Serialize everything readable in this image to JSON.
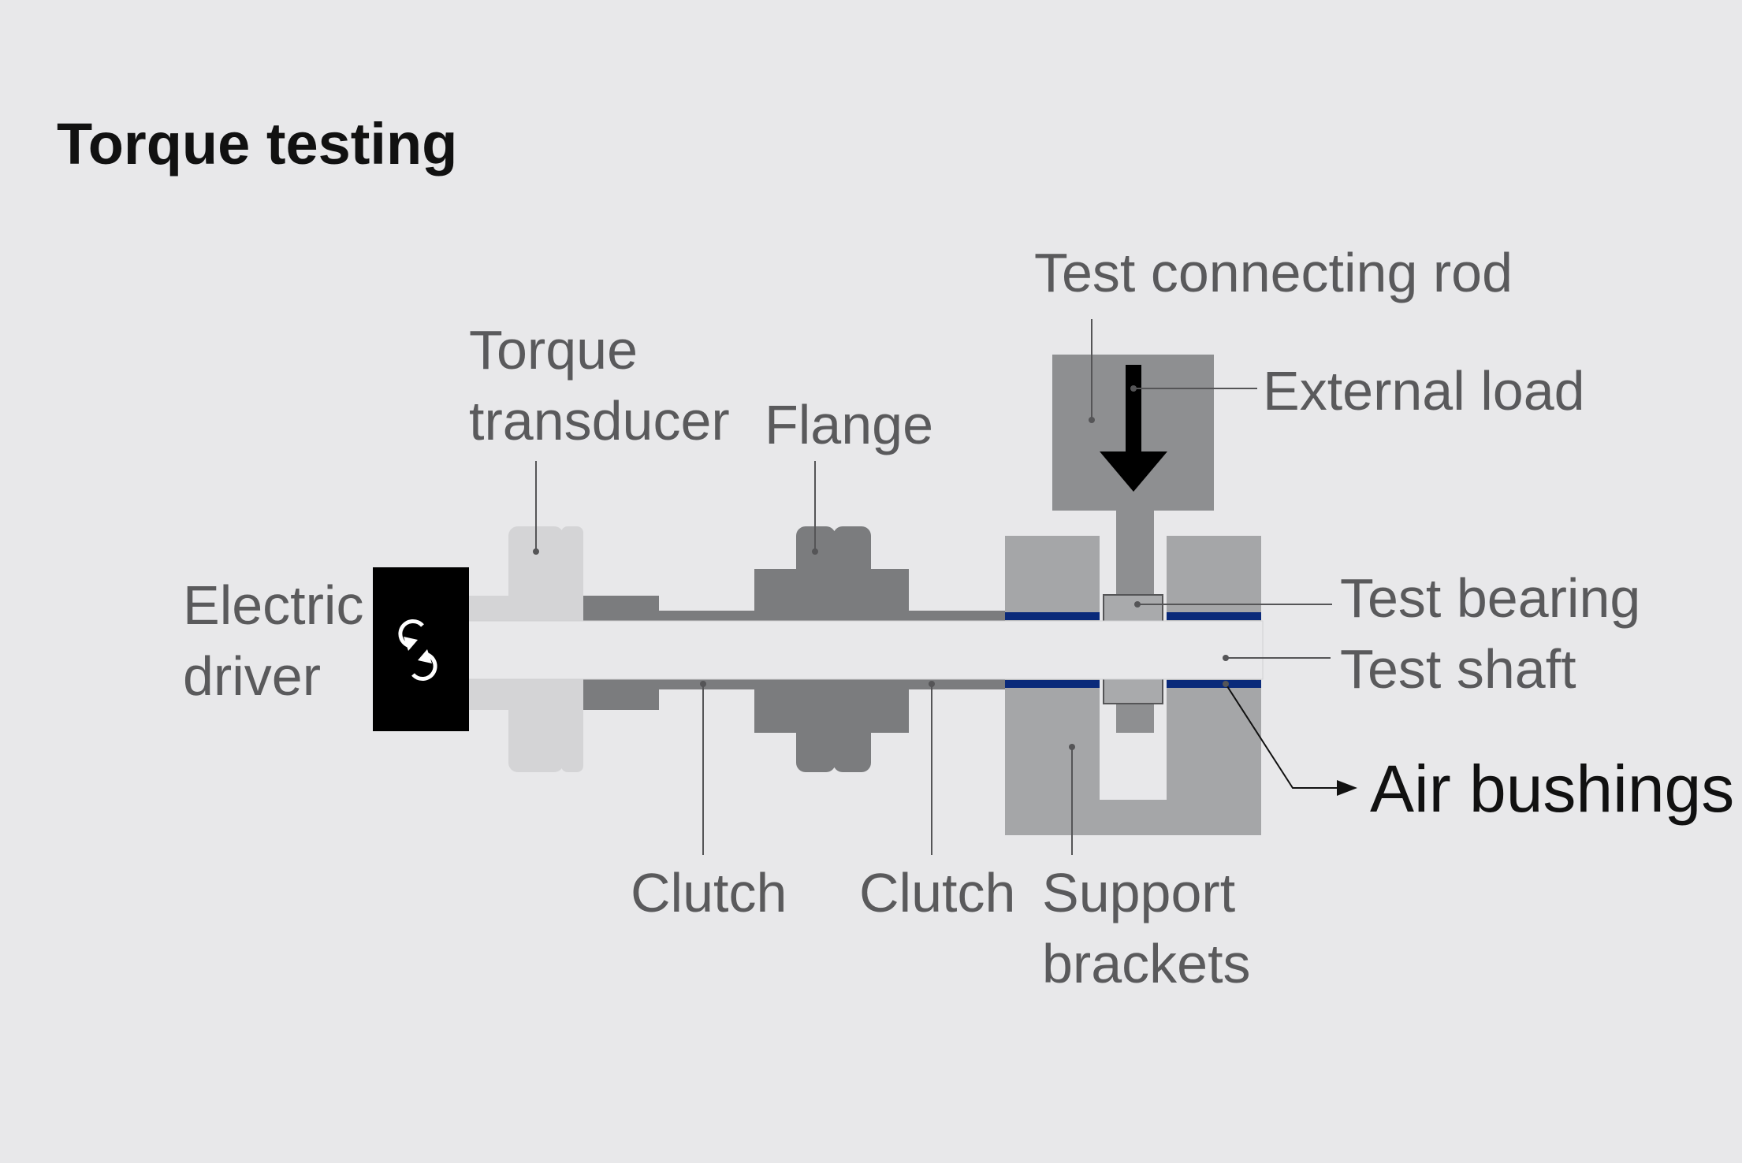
{
  "title": "Torque testing",
  "labels": {
    "electric_driver": [
      "Electric",
      "driver"
    ],
    "torque_transducer": [
      "Torque",
      "transducer"
    ],
    "flange": "Flange",
    "test_connecting_rod": "Test connecting rod",
    "external_load": "External load",
    "test_bearing": "Test bearing",
    "test_shaft": "Test shaft",
    "air_bushings": "Air bushings",
    "clutch_left": "Clutch",
    "clutch_right": "Clutch",
    "support_brackets": [
      "Support",
      "brackets"
    ]
  },
  "icons": {
    "driver": "rotation-arrows-icon",
    "load": "down-arrow-icon",
    "pointer": "arrow-right-icon"
  },
  "colors": {
    "background": "#e8e8ea",
    "driver": "#000000",
    "air_bushing": "#0a2a7a",
    "label": "#5a5a5c",
    "title": "#111111"
  }
}
